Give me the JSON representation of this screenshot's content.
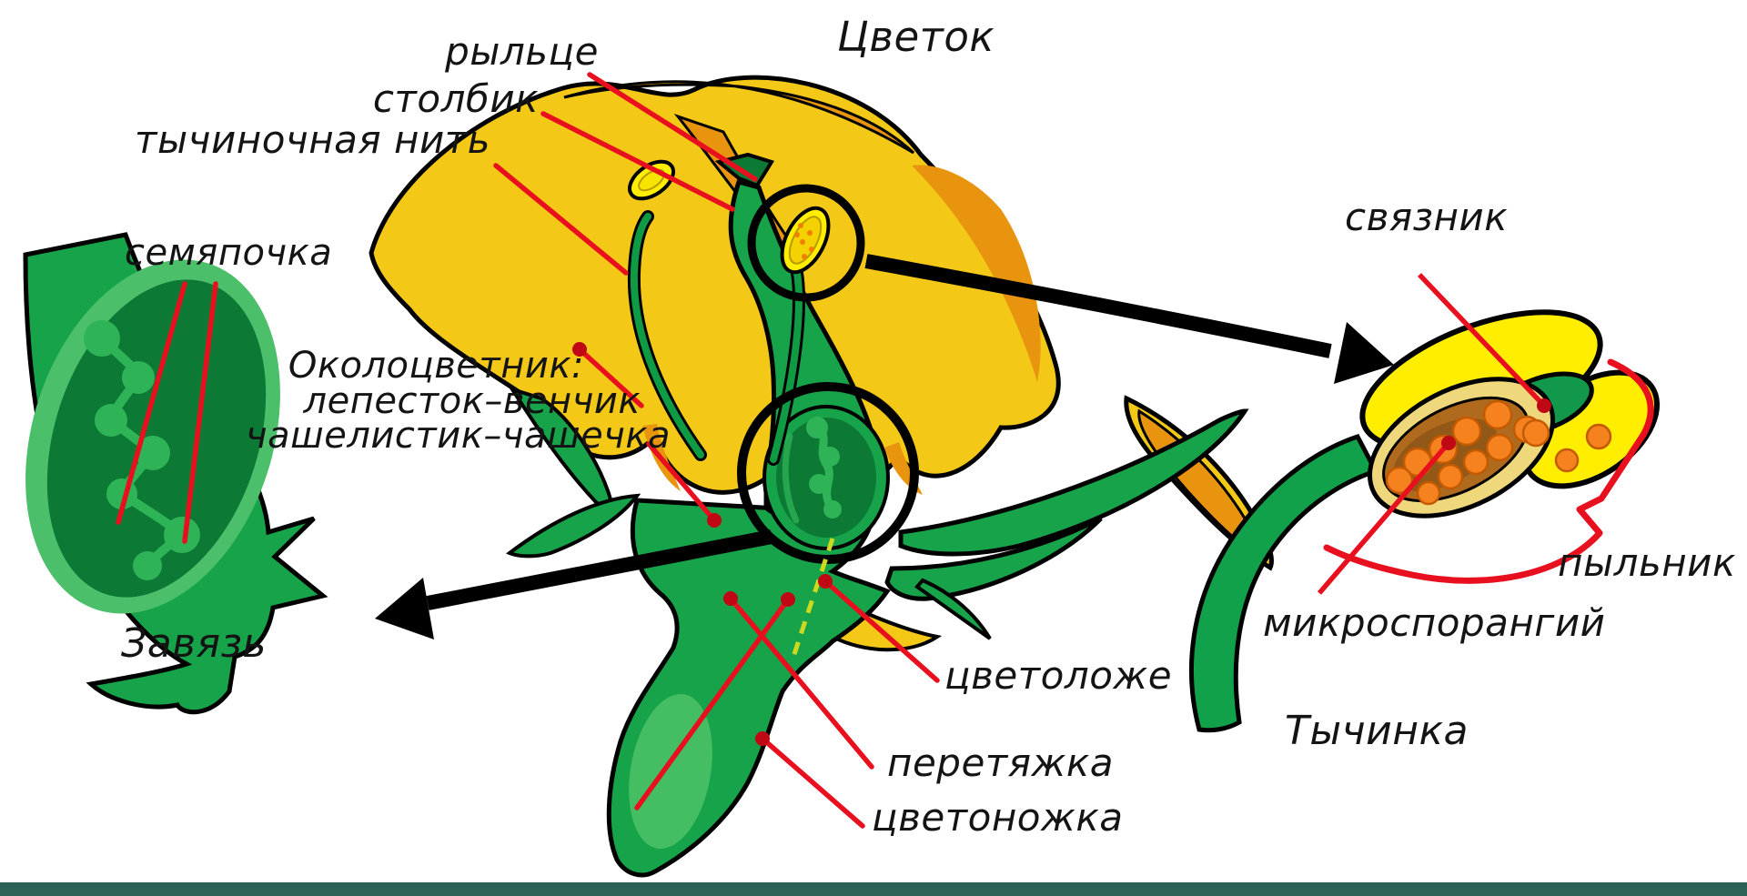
{
  "title": "Цветок",
  "flower_labels": {
    "stigma": "рыльце",
    "style": "столбик",
    "filament": "тычиночная нить",
    "perianth_title": "Околоцветник:",
    "petal_corolla": "лепесток–венчик",
    "sepal_calyx": "чашелистик–чашечка",
    "receptacle": "цветоложе",
    "constriction": "перетяжка",
    "pedicel": "цветоножка"
  },
  "ovary_detail": {
    "ovule": "семяпочка",
    "caption": "Завязь"
  },
  "stamen_detail": {
    "connective": "связник",
    "anther": "пыльник",
    "microsporangium": "микроспорангий",
    "caption": "Тычинка"
  },
  "colors": {
    "petal_yellow": "#f3c816",
    "petal_shade_orange": "#e8940e",
    "leaf_green": "#17a349",
    "dark_green": "#0c7a35",
    "light_green": "#2eb456",
    "anther_yellow": "#ffee00",
    "pollen_orange": "#f5821f",
    "pollen_sac_brown": "#a8641c",
    "leader_red": "#e80f1e",
    "arrow_black": "#000000",
    "dashed_axis": "#cdd91f",
    "footer_bar": "#2c6156",
    "outline": "#000000"
  }
}
